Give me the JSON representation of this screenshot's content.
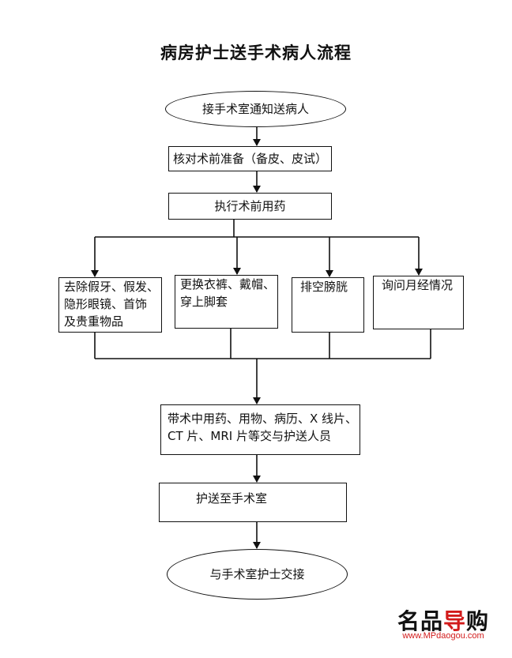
{
  "diagram": {
    "title": "病房护士送手术病人流程",
    "start": "接手术室通知送病人",
    "check": "核对术前准备（备皮、皮试）",
    "execute": "执行术前用药",
    "branches": {
      "remove": [
        "去除假牙、假发、",
        "隐形眼镜、首饰",
        "及贵重物品"
      ],
      "change": [
        "更换衣裤、戴帽、",
        "穿上脚套"
      ],
      "empty": "排空膀胱",
      "ask": "询问月经情况"
    },
    "handover_items": [
      "带术中用药、用物、病历、X 线片、",
      "CT 片、MRI 片等交与护送人员"
    ],
    "escort": "护送至手术室",
    "end": "与手术室护士交接"
  },
  "watermark": {
    "logo_a": "名品",
    "logo_b": "导",
    "logo_c": "购",
    "url": "www.MPdaogou.com"
  }
}
